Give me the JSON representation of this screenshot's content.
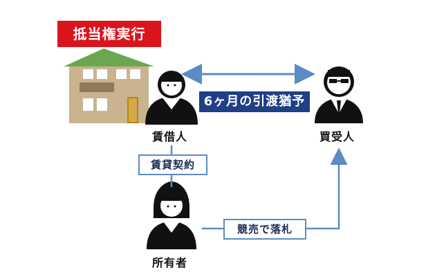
{
  "title": "抵当権実行",
  "grace_period": "6ヶ月の引渡猶予",
  "people": {
    "tenant": "賃借人",
    "buyer": "買受人",
    "owner": "所有者"
  },
  "relations": {
    "lease": "賃貸契約",
    "auction": "競売で落札"
  },
  "colors": {
    "title_bg": "#d9141c",
    "blue_box": "#1f3f86",
    "arrow": "#5b8cc4",
    "house_wall": "#c9b48f",
    "house_roof": "#6aa84f"
  },
  "icons": [
    "house-icon",
    "tenant-woman-icon",
    "buyer-man-icon",
    "owner-woman-icon"
  ]
}
